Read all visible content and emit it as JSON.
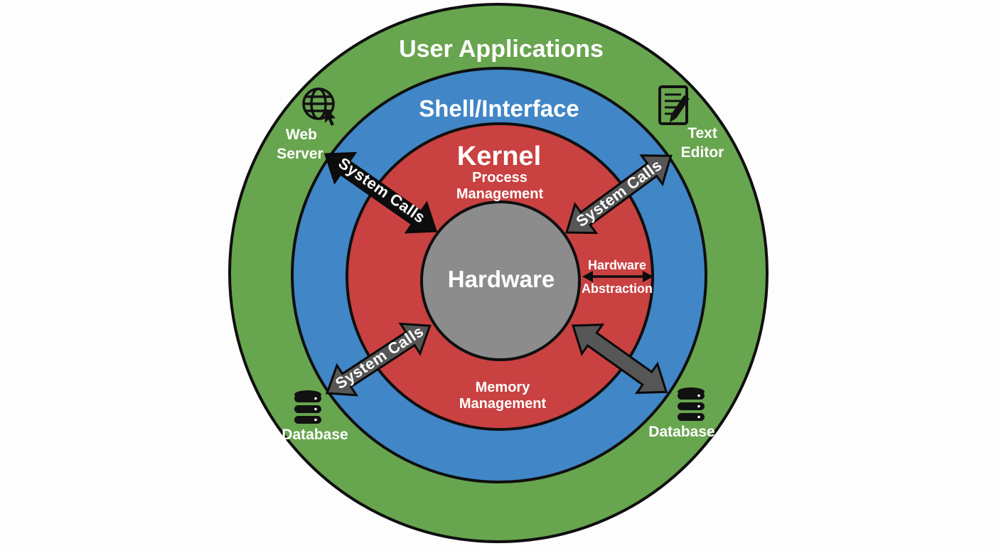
{
  "layers": {
    "user_applications": {
      "label": "User Applications",
      "color": "#68a54f"
    },
    "shell_interface": {
      "label": "Shell/Interface",
      "color": "#4186c6"
    },
    "kernel": {
      "label": "Kernel",
      "color": "#c94141"
    },
    "hardware": {
      "label": "Hardware",
      "color": "#8c8c8c"
    }
  },
  "kernel_components": {
    "process_management": {
      "line1": "Process",
      "line2": "Management"
    },
    "memory_management": {
      "line1": "Memory",
      "line2": "Management"
    }
  },
  "applications": {
    "web_server": {
      "line1": "Web",
      "line2": "Server",
      "icon": "globe-cursor-icon"
    },
    "text_editor": {
      "line1": "Text",
      "line2": "Editor",
      "icon": "document-pencil-icon"
    },
    "database_left": {
      "label": "Database",
      "icon": "database-icon"
    },
    "database_right": {
      "label": "Database",
      "icon": "database-icon"
    }
  },
  "connectors": {
    "system_calls_top_left": {
      "label": "System Calls",
      "color": "#0d0d0d"
    },
    "system_calls_top_right": {
      "label": "System Calls",
      "color": "#565656"
    },
    "system_calls_bottom_left": {
      "label": "System Calls",
      "color": "#565656"
    },
    "hardware_link_bottom_right": {
      "color": "#565656"
    },
    "hardware_abstraction": {
      "line1": "Hardware",
      "line2": "Abstraction",
      "color": "#0d0d0d"
    }
  },
  "icon_color": "#111111",
  "outline_color": "#0f0f0f"
}
